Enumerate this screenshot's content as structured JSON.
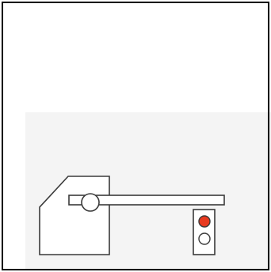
{
  "barrier": {
    "state": "closed",
    "arm": "horizontal"
  },
  "signal": {
    "lights": [
      {
        "position": "top",
        "status": "on",
        "color": "#e8391f"
      },
      {
        "position": "bottom",
        "status": "off",
        "color": "#ffffff"
      }
    ]
  },
  "colors": {
    "frame_border": "#000000",
    "ground_band": "#f4f4f4",
    "stroke": "#3a3a3a",
    "fill": "#ffffff"
  }
}
